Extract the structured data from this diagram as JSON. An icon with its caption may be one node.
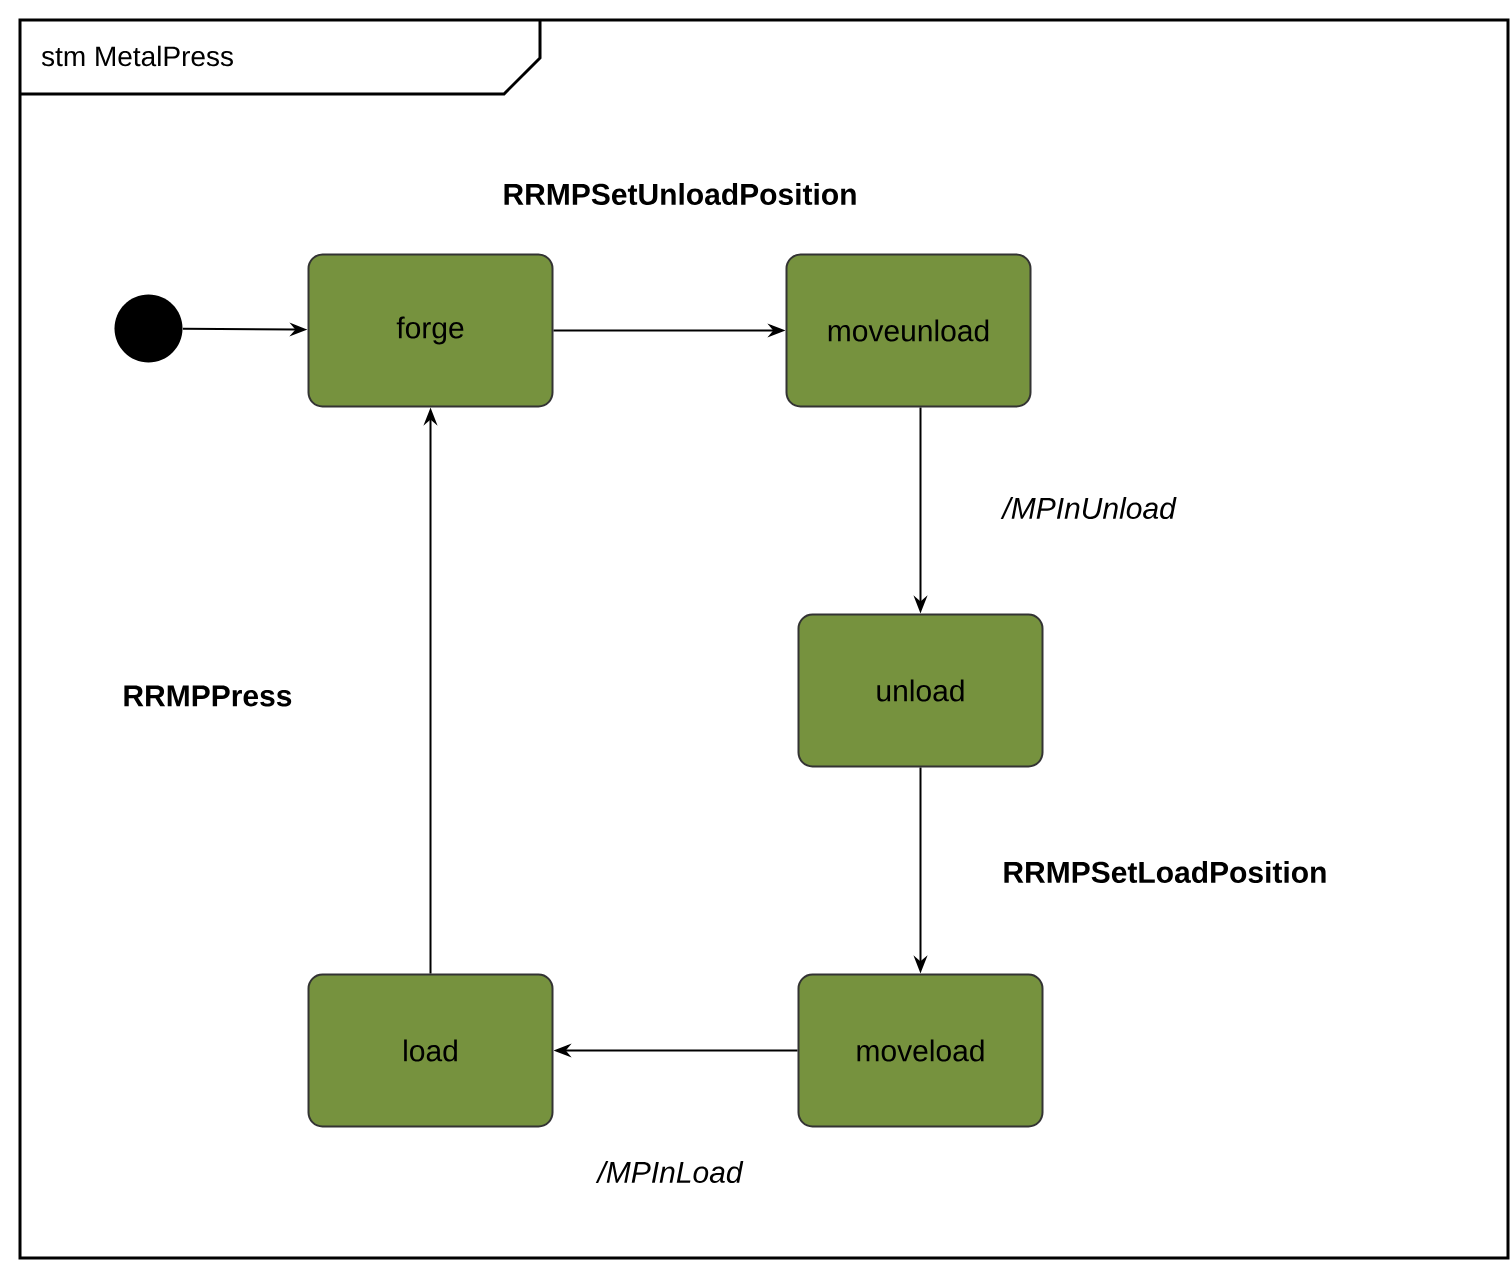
{
  "diagram": {
    "nodes": [
      {
        "text": [
          "stm MetalPress"
        ]
      },
      {
        "text": [],
        "shape": "circle",
        "in": 0
      },
      {
        "text": [
          "forge"
        ],
        "in": 0
      },
      {
        "text": [
          "moveunload"
        ],
        "in": 0
      },
      {
        "text": [
          "unload"
        ],
        "in": 0
      },
      {
        "text": [
          "moveload"
        ],
        "in": 0
      },
      {
        "text": [
          "load"
        ],
        "in": 0
      }
    ],
    "edges": [
      {
        "from": 1,
        "to": 2,
        "arrow": "to"
      },
      {
        "from": 2,
        "to": 3,
        "arrow": "to",
        "label": "RRMPSetUnloadPosition"
      },
      {
        "from": 3,
        "to": 4,
        "arrow": "to",
        "label": "/MPInUnload"
      },
      {
        "from": 4,
        "to": 5,
        "arrow": "to",
        "label": "RRMPSetLoadPosition"
      },
      {
        "from": 5,
        "to": 6,
        "arrow": "to",
        "label": "/MPInLoad"
      },
      {
        "from": 6,
        "to": 2,
        "arrow": "to",
        "label": "RRMPPress"
      }
    ]
  }
}
